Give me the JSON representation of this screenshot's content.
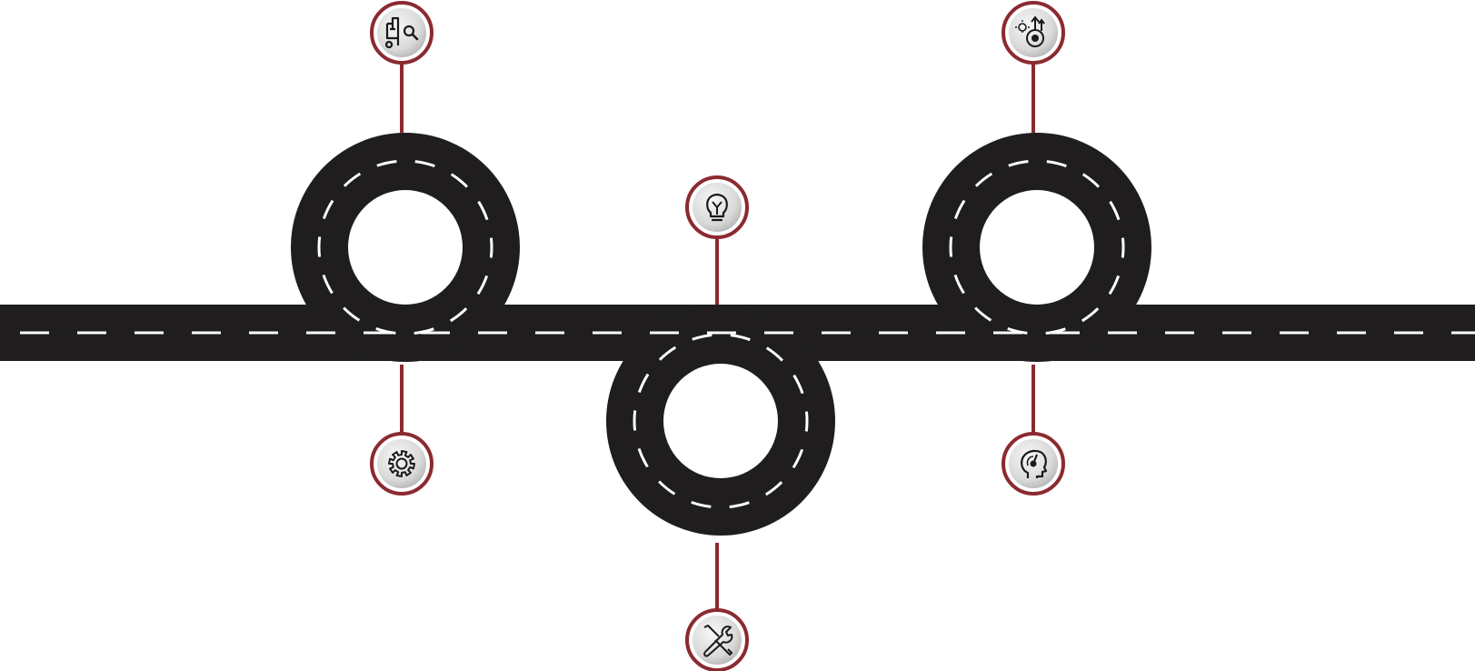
{
  "colors": {
    "background": "#ffffff",
    "road": "#1f1d1e",
    "lane_marking": "#ffffff",
    "accent": "#8b2a30",
    "badge_fill_light": "#f1f1f1",
    "badge_fill_dark": "#bcbcbc",
    "icon_stroke": "#1a1a1a"
  },
  "roadmap": {
    "loops": [
      {
        "id": "loop-1",
        "direction": "up"
      },
      {
        "id": "loop-2",
        "direction": "down"
      },
      {
        "id": "loop-3",
        "direction": "up"
      }
    ],
    "milestones": [
      {
        "id": "m1",
        "icon": "car-search-icon",
        "loop": "loop-1",
        "side": "top"
      },
      {
        "id": "m2",
        "icon": "gear-icon",
        "loop": "loop-1",
        "side": "bottom"
      },
      {
        "id": "m3",
        "icon": "lightbulb-icon",
        "loop": "loop-2",
        "side": "top"
      },
      {
        "id": "m4",
        "icon": "wrench-screwdriver-icon",
        "loop": "loop-2",
        "side": "bottom"
      },
      {
        "id": "m5",
        "icon": "innovation-growth-icon",
        "loop": "loop-3",
        "side": "top"
      },
      {
        "id": "m6",
        "icon": "head-mind-icon",
        "loop": "loop-3",
        "side": "bottom"
      }
    ]
  }
}
